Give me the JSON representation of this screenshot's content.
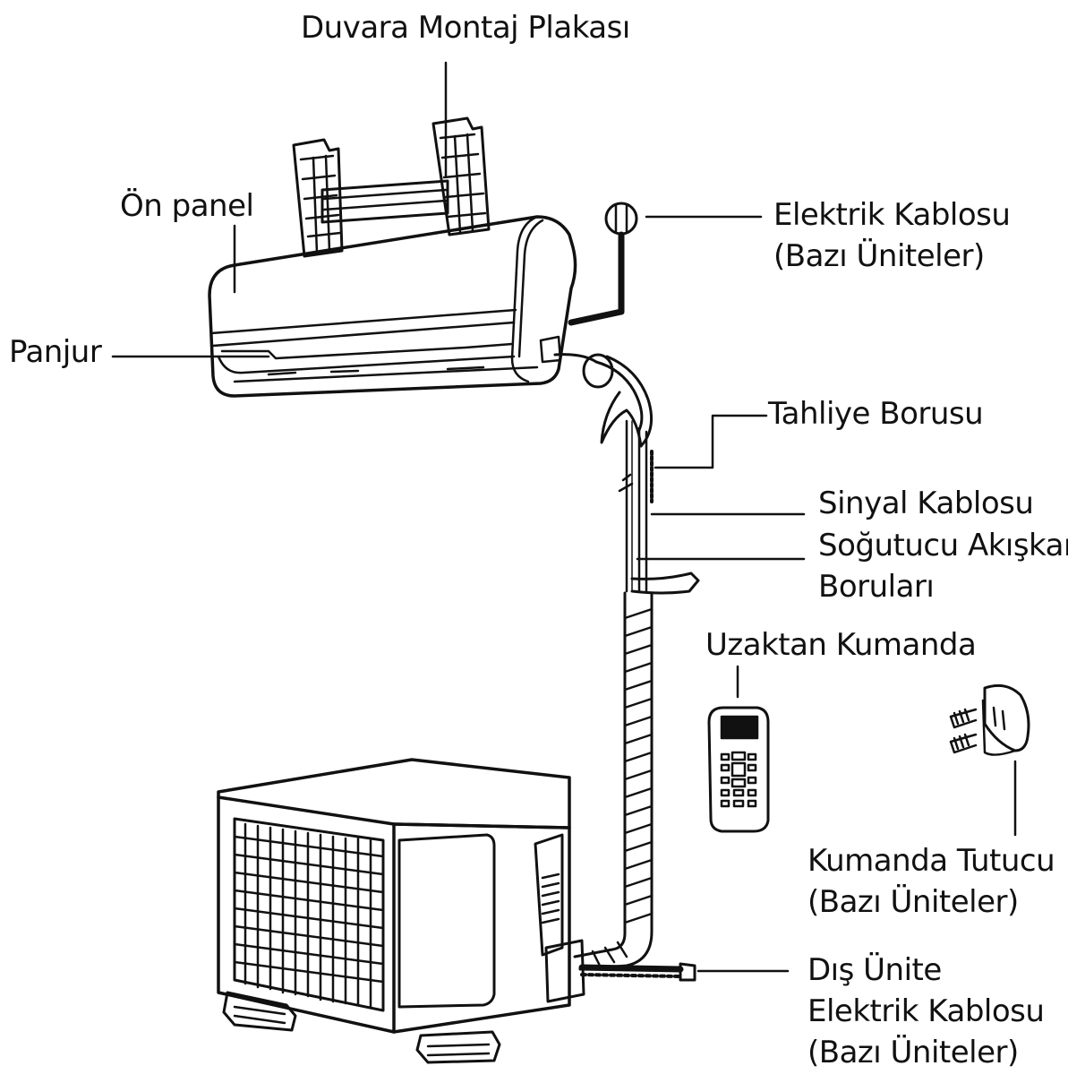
{
  "labels": {
    "mounting_plate": "Duvara Montaj Plakası",
    "front_panel": "Ön panel",
    "louver": "Panjur",
    "power_cable": {
      "line1": "Elektrik Kablosu",
      "line2": "(Bazı Üniteler)"
    },
    "drain_pipe": "Tahliye Borusu",
    "signal_cable": "Sinyal Kablosu",
    "refrigerant_pipes": {
      "line1": "Soğutucu Akışkan",
      "line2": "Boruları"
    },
    "remote_control": "Uzaktan Kumanda",
    "remote_holder": {
      "line1": "Kumanda Tutucu",
      "line2": "(Bazı Üniteler)"
    },
    "outdoor_power_cable": {
      "line1": "Dış Ünite",
      "line2": "Elektrik Kablosu",
      "line3": "(Bazı Üniteler)"
    }
  }
}
